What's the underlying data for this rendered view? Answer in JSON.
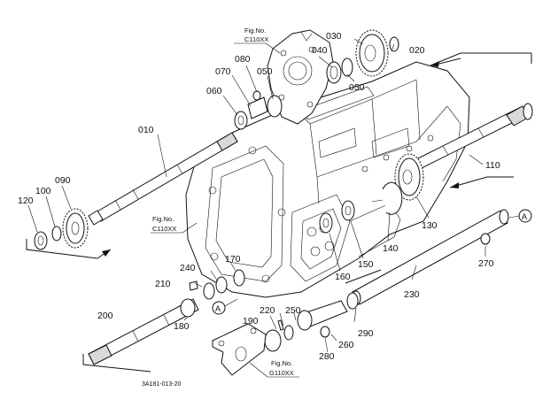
{
  "callouts": {
    "c010": "010",
    "c020": "020",
    "c030": "030",
    "c040": "040",
    "c050a": "050",
    "c050b": "050",
    "c060": "060",
    "c070": "070",
    "c080": "080",
    "c090": "090",
    "c100": "100",
    "c110": "110",
    "c120": "120",
    "c130": "130",
    "c140": "140",
    "c150": "150",
    "c160": "160",
    "c170": "170",
    "c180": "180",
    "c190": "190",
    "c200": "200",
    "c210": "210",
    "c220": "220",
    "c230": "230",
    "c240": "240",
    "c250": "250",
    "c260": "260",
    "c270": "270",
    "c280": "280",
    "c290": "290"
  },
  "fig_refs": {
    "top": {
      "line1": "Fig.No.",
      "line2": "C110XX"
    },
    "left": {
      "line1": "Fig.No.",
      "line2": "C110XX"
    },
    "bottom": {
      "line1": "Fig.No.",
      "line2": "G110XX"
    }
  },
  "ref_markers": {
    "a_right": "A",
    "a_left": "A"
  },
  "drawing_code": "3A181-013-20"
}
